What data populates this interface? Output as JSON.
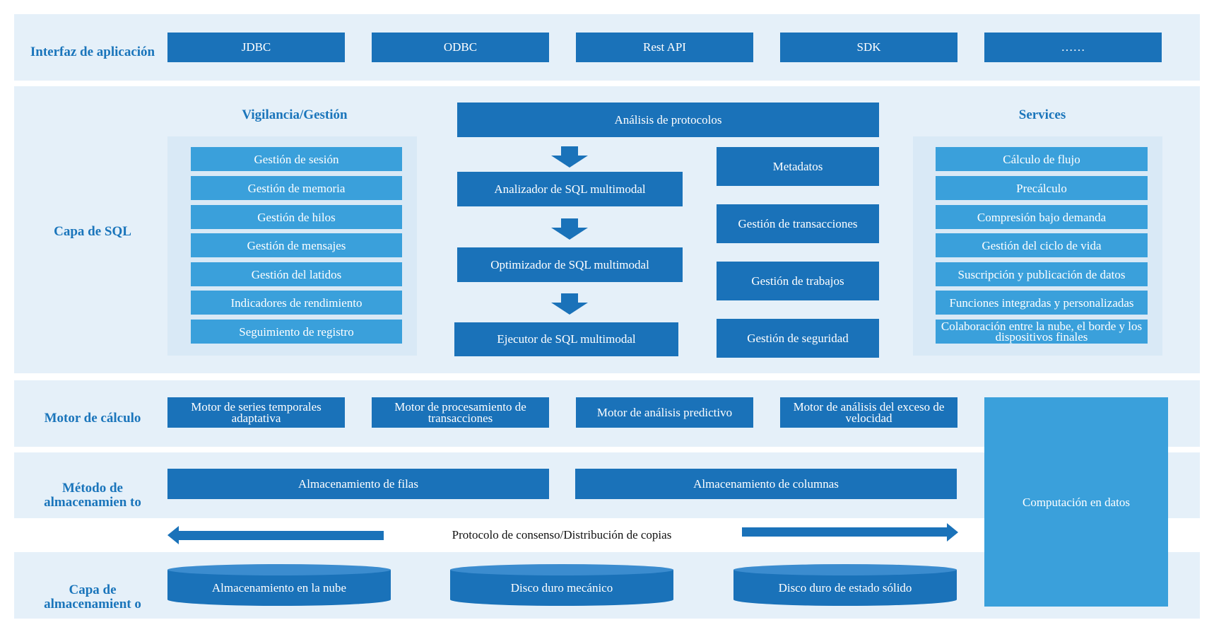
{
  "layers": {
    "app": "Interfaz de aplicación",
    "sql": "Capa de SQL",
    "compute": "Motor de cálculo",
    "storage_method": "Método de almacenamien to",
    "storage_layer": "Capa de almacenamient o"
  },
  "app_interfaces": [
    "JDBC",
    "ODBC",
    "Rest API",
    "SDK",
    "……"
  ],
  "sql_layer": {
    "monitoring": {
      "title": "Vigilancia/Gestión",
      "items": [
        "Gestión de sesión",
        "Gestión de memoria",
        "Gestión de hilos",
        "Gestión de mensajes",
        "Gestión del latidos",
        "Indicadores de rendimiento",
        "Seguimiento de registro"
      ]
    },
    "protocol": "Análisis de protocolos",
    "pipeline": [
      "Analizador de SQL multimodal",
      "Optimizador de SQL multimodal",
      "Ejecutor de SQL multimodal"
    ],
    "management": [
      "Metadatos",
      "Gestión de transacciones",
      "Gestión de trabajos",
      "Gestión de seguridad"
    ],
    "services": {
      "title": "Services",
      "items": [
        "Cálculo de flujo",
        "Precálculo",
        "Compresión bajo demanda",
        "Gestión del ciclo de vida",
        "Suscripción y publicación de datos",
        "Funciones integradas y personalizadas",
        "Colaboración entre la nube, el borde y los dispositivos finales"
      ]
    }
  },
  "engines": [
    "Motor de series temporales adaptativa",
    "Motor de procesamiento de transacciones",
    "Motor de análisis predictivo",
    "Motor de análisis del exceso de velocidad"
  ],
  "storage_methods": [
    "Almacenamiento de filas",
    "Almacenamiento de columnas"
  ],
  "consensus": "Protocolo de consenso/Distribución de copias",
  "storage_media": [
    "Almacenamiento en la nube",
    "Disco duro mecánico",
    "Disco duro de estado sólido"
  ],
  "in_data_compute": "Computación en datos",
  "colors": {
    "band": "#e5f0f9",
    "dark_blue": "#1a72b9",
    "light_blue": "#3aa0db",
    "label": "#1a75bb"
  }
}
